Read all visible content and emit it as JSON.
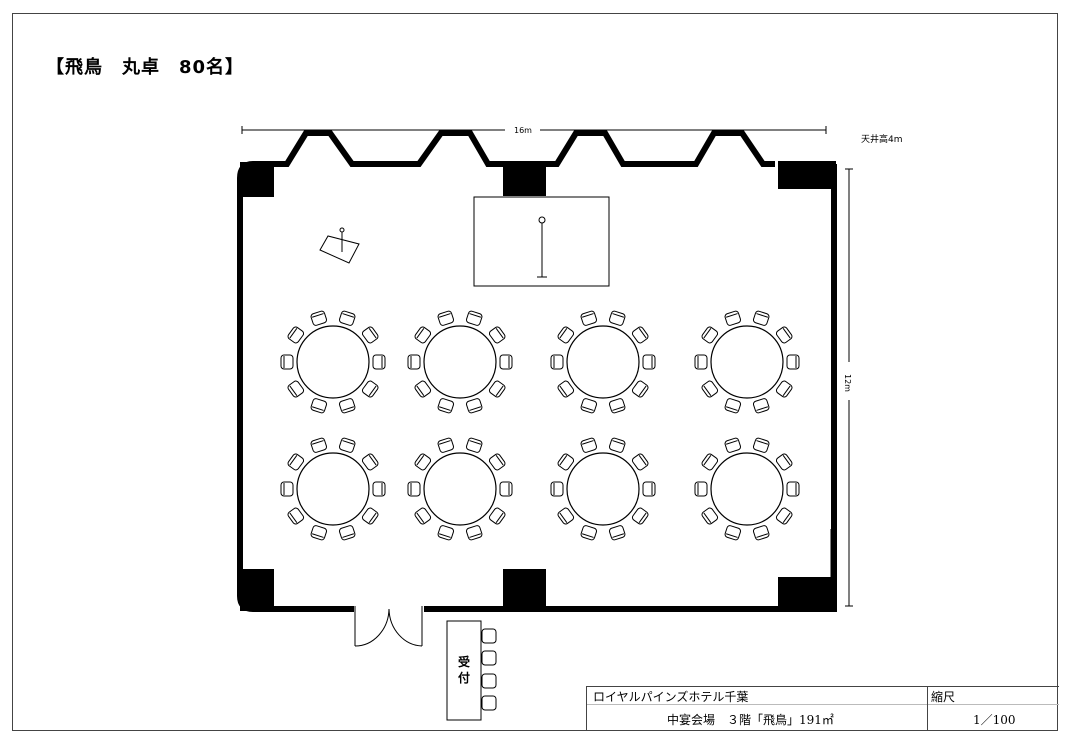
{
  "title": "【飛鳥　丸卓　80名】",
  "dimensions": {
    "width_label": "16m",
    "height_label": "12m",
    "ceiling_label": "天井高4m"
  },
  "reception": {
    "label_line1": "受",
    "label_line2": "付",
    "chairs": 4
  },
  "layout": {
    "round_tables": 8,
    "chairs_per_table": 10
  },
  "info": {
    "hotel": "ロイヤルパインズホテル千葉",
    "venue": "中宴会場　３階「飛鳥」191㎡",
    "scale_label": "縮尺",
    "scale_value": "1／100"
  },
  "colors": {
    "line": "#000000",
    "background": "#ffffff"
  }
}
